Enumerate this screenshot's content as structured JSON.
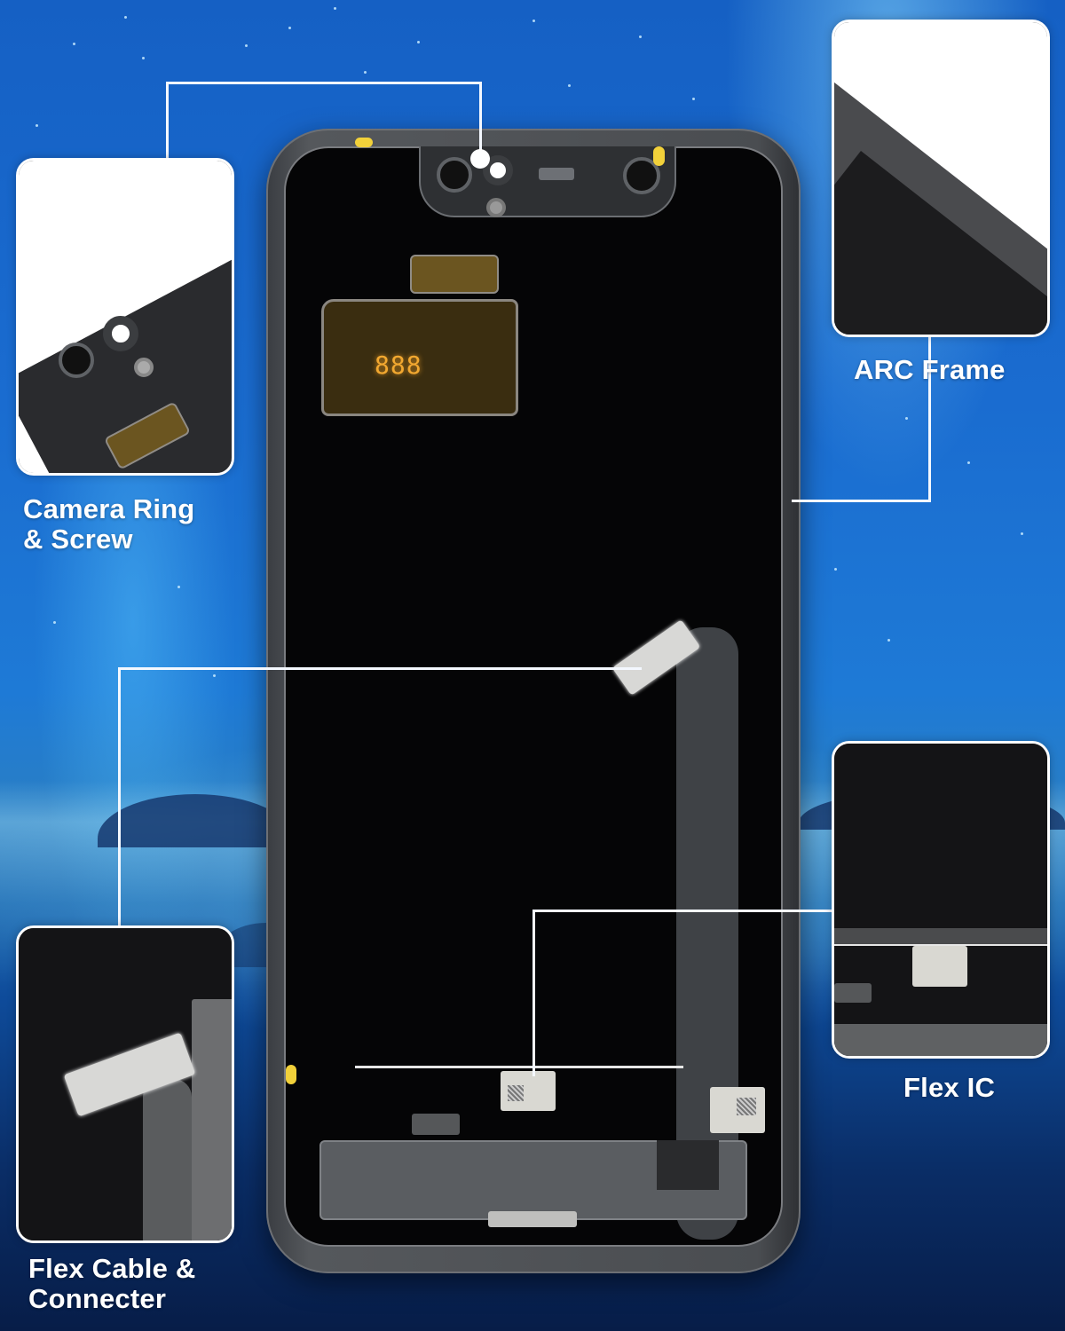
{
  "image": {
    "subject": "Phone OLED screen assembly (rear view) with feature callouts",
    "background_color": "#1a6cd0",
    "accent_color": "#ffffff"
  },
  "phone": {
    "display_digits": "888",
    "pad_color": "#f2d13a",
    "digit_color": "#f2a830"
  },
  "callouts": [
    {
      "id": "camera-ring",
      "label_line1": "Camera Ring",
      "label_line2": "& Screw"
    },
    {
      "id": "arc-frame",
      "label_line1": "ARC Frame",
      "label_line2": ""
    },
    {
      "id": "flex-cable",
      "label_line1": "Flex Cable &",
      "label_line2": "Connecter"
    },
    {
      "id": "flex-ic",
      "label_line1": "Flex IC",
      "label_line2": ""
    }
  ]
}
